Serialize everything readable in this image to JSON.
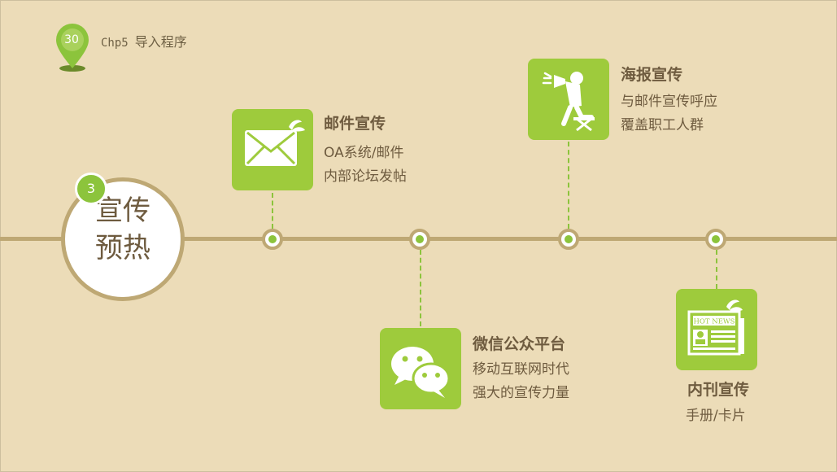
{
  "header": {
    "page_number": "30",
    "chapter_code": "Chp5",
    "chapter_title": "导入程序"
  },
  "center": {
    "step_number": "3",
    "title_line1": "宣传",
    "title_line2": "预热"
  },
  "items": [
    {
      "title": "邮件宣传",
      "line1": "OA系统/邮件",
      "line2": "内部论坛发帖",
      "icon": "email-icon"
    },
    {
      "title": "微信公众平台",
      "line1": "移动互联网时代",
      "line2": "强大的宣传力量",
      "icon": "wechat-icon"
    },
    {
      "title": "海报宣传",
      "line1": "与邮件宣传呼应",
      "line2": "覆盖职工人群",
      "icon": "megaphone-person-icon"
    },
    {
      "title": "内刊宣传",
      "line1": "手册/卡片",
      "icon": "hot-news-icon",
      "icon_text": "HOT NEWS"
    }
  ],
  "colors": {
    "background": "#ecdcb8",
    "accent_green": "#9ecb3c",
    "line_tan": "#bea874",
    "text_brown": "#6e5b3f"
  }
}
